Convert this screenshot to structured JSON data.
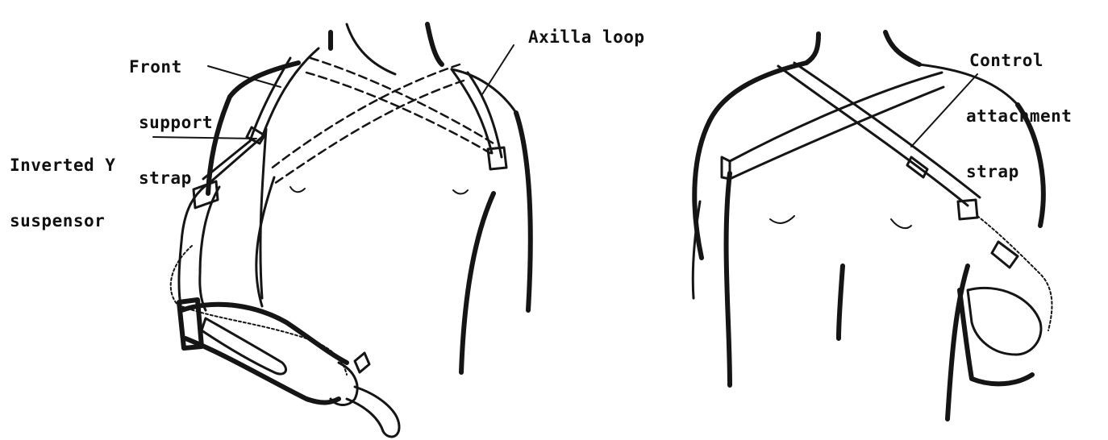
{
  "labels": {
    "front_support_strap": [
      "Front",
      "support",
      "strap"
    ],
    "axilla_loop": "Axilla loop",
    "inverted_y_suspensor": [
      "Inverted Y",
      "suspensor"
    ],
    "control_attachment_strap": [
      "Control",
      "attachment",
      "strap"
    ]
  },
  "colors": {
    "ink": "#151515",
    "paper": "#ffffff"
  }
}
